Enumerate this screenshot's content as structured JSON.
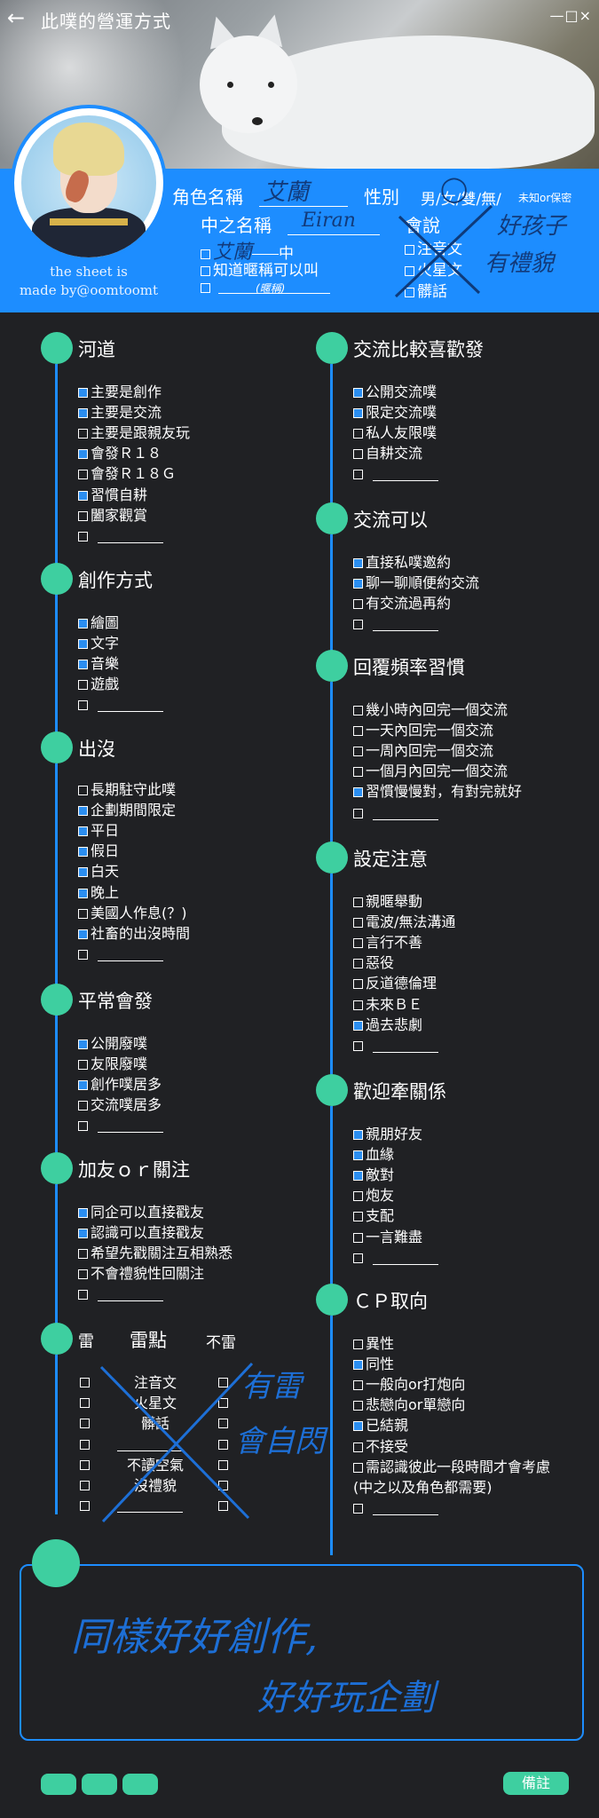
{
  "titlebar": {
    "title": "此噗的營運方式",
    "back_icon": "←",
    "window_controls": "—□×"
  },
  "credit": {
    "line1": "the sheet is",
    "line2": "made by@oomtoomt"
  },
  "profile": {
    "role_name_label": "角色名稱",
    "role_name_value": "艾蘭",
    "gender_label": "性別",
    "gender_options": "男/女/雙/無/",
    "gender_small": "未知or保密",
    "cn_name_label": "中之名稱",
    "cn_name_value": "Eiran",
    "cn_row1_value": "艾蘭",
    "cn_row1_suffix": "中",
    "cn_row2": "知道暱稱可以叫",
    "nickname_hint": "(暱稱)",
    "speech_label": "會說",
    "speech_options": [
      "注音文",
      "火星文",
      "髒話"
    ],
    "speech_note_1": "好孩子",
    "speech_note_2": "有禮貌"
  },
  "sections": {
    "heidao": {
      "title": "河道",
      "items": [
        {
          "label": "主要是創作",
          "checked": true
        },
        {
          "label": "主要是交流",
          "checked": true
        },
        {
          "label": "主要是跟親友玩",
          "checked": false
        },
        {
          "label": "會發Ｒ１８",
          "checked": true
        },
        {
          "label": "會發Ｒ１８Ｇ",
          "checked": false
        },
        {
          "label": "習慣自耕",
          "checked": true
        },
        {
          "label": "闔家觀賞",
          "checked": false
        },
        {
          "label": "",
          "checked": false,
          "blank": true
        }
      ]
    },
    "create": {
      "title": "創作方式",
      "items": [
        {
          "label": "繪圖",
          "checked": true
        },
        {
          "label": "文字",
          "checked": true
        },
        {
          "label": "音樂",
          "checked": true
        },
        {
          "label": "遊戲",
          "checked": false
        },
        {
          "label": "",
          "checked": false,
          "blank": true
        }
      ]
    },
    "appear": {
      "title": "出沒",
      "items": [
        {
          "label": "長期駐守此噗",
          "checked": false
        },
        {
          "label": "企劃期間限定",
          "checked": true
        },
        {
          "label": "平日",
          "checked": true
        },
        {
          "label": "假日",
          "checked": true
        },
        {
          "label": "白天",
          "checked": true
        },
        {
          "label": "晚上",
          "checked": true
        },
        {
          "label": "美國人作息(？)",
          "checked": false
        },
        {
          "label": "社畜的出沒時間",
          "checked": true
        },
        {
          "label": "",
          "checked": false,
          "blank": true
        }
      ]
    },
    "post": {
      "title": "平常會發",
      "items": [
        {
          "label": "公開廢噗",
          "checked": true
        },
        {
          "label": "友限廢噗",
          "checked": false
        },
        {
          "label": "創作噗居多",
          "checked": true
        },
        {
          "label": "交流噗居多",
          "checked": false
        },
        {
          "label": "",
          "checked": false,
          "blank": true
        }
      ]
    },
    "friend": {
      "title": "加友ｏｒ關注",
      "items": [
        {
          "label": "同企可以直接戳友",
          "checked": true
        },
        {
          "label": "認識可以直接戳友",
          "checked": true
        },
        {
          "label": "希望先戳關注互相熟悉",
          "checked": false
        },
        {
          "label": "不會禮貌性回關注",
          "checked": false
        },
        {
          "label": "",
          "checked": false,
          "blank": true
        }
      ]
    },
    "prefer": {
      "title": "交流比較喜歡發",
      "items": [
        {
          "label": "公開交流噗",
          "checked": true
        },
        {
          "label": "限定交流噗",
          "checked": true
        },
        {
          "label": "私人友限噗",
          "checked": false
        },
        {
          "label": "自耕交流",
          "checked": false
        },
        {
          "label": "",
          "checked": false,
          "blank": true
        }
      ]
    },
    "can": {
      "title": "交流可以",
      "items": [
        {
          "label": "直接私噗邀約",
          "checked": true
        },
        {
          "label": "聊一聊順便約交流",
          "checked": true
        },
        {
          "label": "有交流過再約",
          "checked": false
        },
        {
          "label": "",
          "checked": false,
          "blank": true
        }
      ]
    },
    "reply": {
      "title": "回覆頻率習慣",
      "items": [
        {
          "label": "幾小時內回完一個交流",
          "checked": false
        },
        {
          "label": "一天內回完一個交流",
          "checked": false
        },
        {
          "label": "一周內回完一個交流",
          "checked": false
        },
        {
          "label": "一個月內回完一個交流",
          "checked": false
        },
        {
          "label": "習慣慢慢對，有對完就好",
          "checked": true
        },
        {
          "label": "",
          "checked": false,
          "blank": true
        }
      ]
    },
    "notes": {
      "title": "設定注意",
      "items": [
        {
          "label": "親暱舉動",
          "checked": false
        },
        {
          "label": "電波/無法溝通",
          "checked": false
        },
        {
          "label": "言行不善",
          "checked": false
        },
        {
          "label": "惡役",
          "checked": false
        },
        {
          "label": "反道德倫理",
          "checked": false
        },
        {
          "label": "未來ＢＥ",
          "checked": false
        },
        {
          "label": "過去悲劇",
          "checked": true
        },
        {
          "label": "",
          "checked": false,
          "blank": true
        }
      ]
    },
    "relation": {
      "title": "歡迎牽關係",
      "items": [
        {
          "label": "親朋好友",
          "checked": true
        },
        {
          "label": "血緣",
          "checked": true
        },
        {
          "label": "敵對",
          "checked": true
        },
        {
          "label": "炮友",
          "checked": false
        },
        {
          "label": "支配",
          "checked": false
        },
        {
          "label": "一言難盡",
          "checked": false
        },
        {
          "label": "",
          "checked": false,
          "blank": true
        }
      ]
    },
    "cp": {
      "title": "ＣＰ取向",
      "items": [
        {
          "label": "異性",
          "checked": false
        },
        {
          "label": "同性",
          "checked": true
        },
        {
          "label": "一般向or打炮向",
          "checked": false
        },
        {
          "label": "悲戀向or單戀向",
          "checked": false
        },
        {
          "label": "已結親",
          "checked": true
        },
        {
          "label": "不接受",
          "checked": false
        },
        {
          "label": "需認識彼此一段時間才會考慮",
          "checked": false
        },
        {
          "label": "(中之以及角色都需要)",
          "checked": false,
          "nobox": true
        },
        {
          "label": "",
          "checked": false,
          "blank": true
        }
      ]
    }
  },
  "mines": {
    "title": "雷",
    "center_title": "雷點",
    "right_title": "不雷",
    "rows": [
      "注音文",
      "火星文",
      "髒話",
      "",
      "不讀空氣",
      "沒禮貌",
      ""
    ],
    "hand_note_1": "有雷",
    "hand_note_2": "會自閃"
  },
  "bottom": {
    "hand_line1": "同樣好好創作,",
    "hand_line2": "好好玩企劃",
    "note_button": "備註"
  },
  "colors": {
    "accent_blue": "#1d8dff",
    "green": "#3ecfa0",
    "background": "#202124"
  }
}
